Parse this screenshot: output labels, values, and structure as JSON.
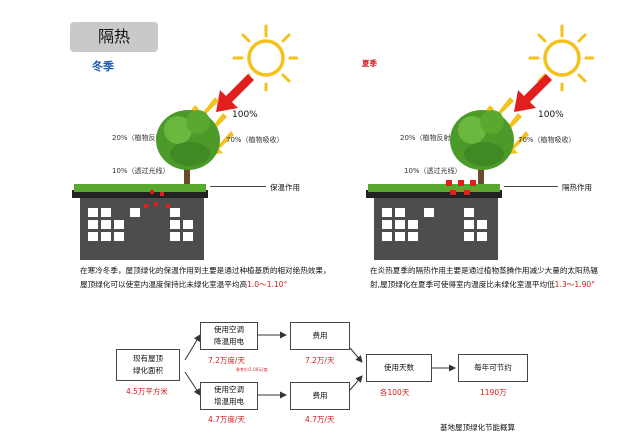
{
  "title": "隔热",
  "winter": {
    "season_label": "冬季",
    "sun_percent": "100%",
    "reflect": "20%（植物反射）",
    "absorb": "70%（植物吸收）",
    "transmit": "10%（透过光线）",
    "effect_label": "保温作用",
    "desc_line1": "在寒冷冬季，屋顶绿化的保温作用到主要是通过种植基质的相对绝热效果，",
    "desc_line2_prefix": "屋顶绿化可以使室内温度保持比未绿化室温平均高",
    "desc_value": "1.0～1.10°"
  },
  "summer": {
    "season_label": "夏季",
    "sun_percent": "100%",
    "reflect": "20%（植物反射）",
    "absorb": "70%（植物吸收）",
    "transmit": "10%（透过光线）",
    "effect_label": "隔热作用",
    "desc_line1": "在炎热夏季的隔热作用主要是通过植物蒸腾作用减少大量的太阳热辐",
    "desc_line2_prefix": "射,屋顶绿化在夏季可使得室内温度比未绿化室温平均低",
    "desc_value": "1.3～1.90°"
  },
  "flow": {
    "area_box": [
      "现有屋顶",
      "绿化面积"
    ],
    "area_value": "4.5万平方米",
    "cool_box": [
      "使用空调",
      "降温用电"
    ],
    "cool_value": "7.2万度/天",
    "heat_box": [
      "使用空调",
      "增温用电"
    ],
    "heat_value": "4.7万度/天",
    "price_note": "参考价/1.00元/度",
    "cost_cool_box": "费用",
    "cost_cool_value": "7.2万/天",
    "cost_heat_box": "费用",
    "cost_heat_value": "4.7万/天",
    "days_box": "使用天数",
    "days_value": "各100天",
    "saving_box": "每年可节约",
    "saving_value": "1190万",
    "caption": "基地屋顶绿化节能概算"
  },
  "colors": {
    "arrow_red": "#e21f1f",
    "building": "#4d4d4d",
    "grass": "#5aa92f",
    "sun": "#f5c11a",
    "tree": "#4c9a2a",
    "highlight": "#d21c1c",
    "winter_label": "#1f5fb3"
  }
}
